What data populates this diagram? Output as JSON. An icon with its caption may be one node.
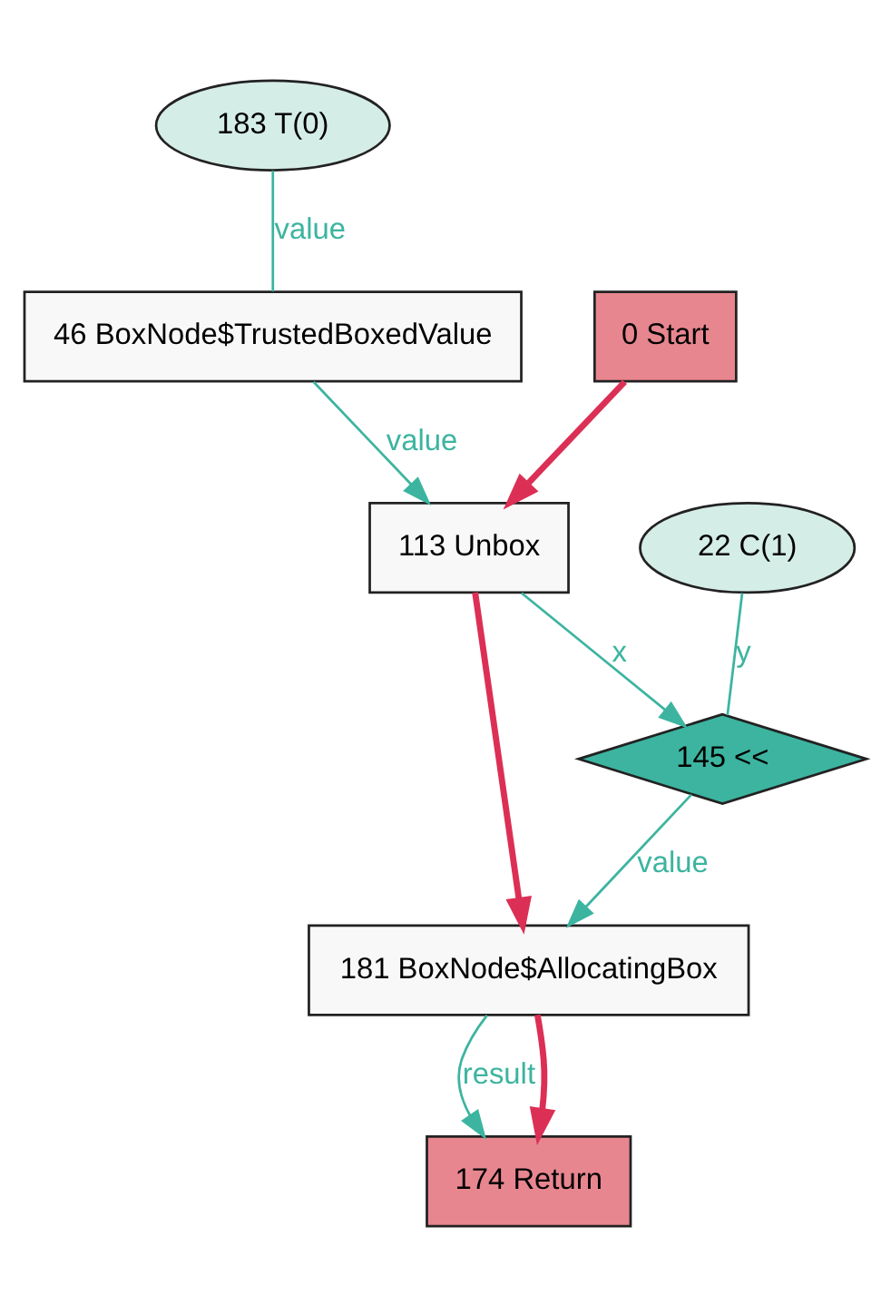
{
  "diagram": {
    "nodes": [
      {
        "text": [
          "183 T(0)"
        ]
      },
      {
        "text": [
          "0 Start"
        ]
      },
      {
        "text": [
          "46 BoxNode$TrustedBoxedValue"
        ]
      },
      {
        "text": [
          "113 Unbox"
        ]
      },
      {
        "text": [
          "22 C(1)"
        ]
      },
      {
        "text": [
          "145 <<"
        ]
      },
      {
        "text": [
          "181 BoxNode$AllocatingBox"
        ]
      },
      {
        "text": [
          "174 Return"
        ]
      }
    ],
    "edges": [
      {
        "from": 0,
        "to": 2,
        "arrow": "none",
        "label": "value"
      },
      {
        "from": 1,
        "to": 3,
        "arrow": "to",
        "style": "thick",
        "color": "#dc2f55"
      },
      {
        "from": 2,
        "to": 3,
        "arrow": "to",
        "label": "value"
      },
      {
        "from": 3,
        "to": 5,
        "arrow": "to",
        "label": "x"
      },
      {
        "from": 4,
        "to": 5,
        "arrow": "none",
        "label": "y"
      },
      {
        "from": 3,
        "to": 6,
        "arrow": "to",
        "style": "thick",
        "color": "#dc2f55"
      },
      {
        "from": 5,
        "to": 6,
        "arrow": "to",
        "label": "value"
      },
      {
        "from": 6,
        "to": 7,
        "arrow": "to",
        "label": "result"
      },
      {
        "from": 6,
        "to": 7,
        "arrow": "to",
        "style": "thick",
        "color": "#dc2f55"
      }
    ]
  }
}
